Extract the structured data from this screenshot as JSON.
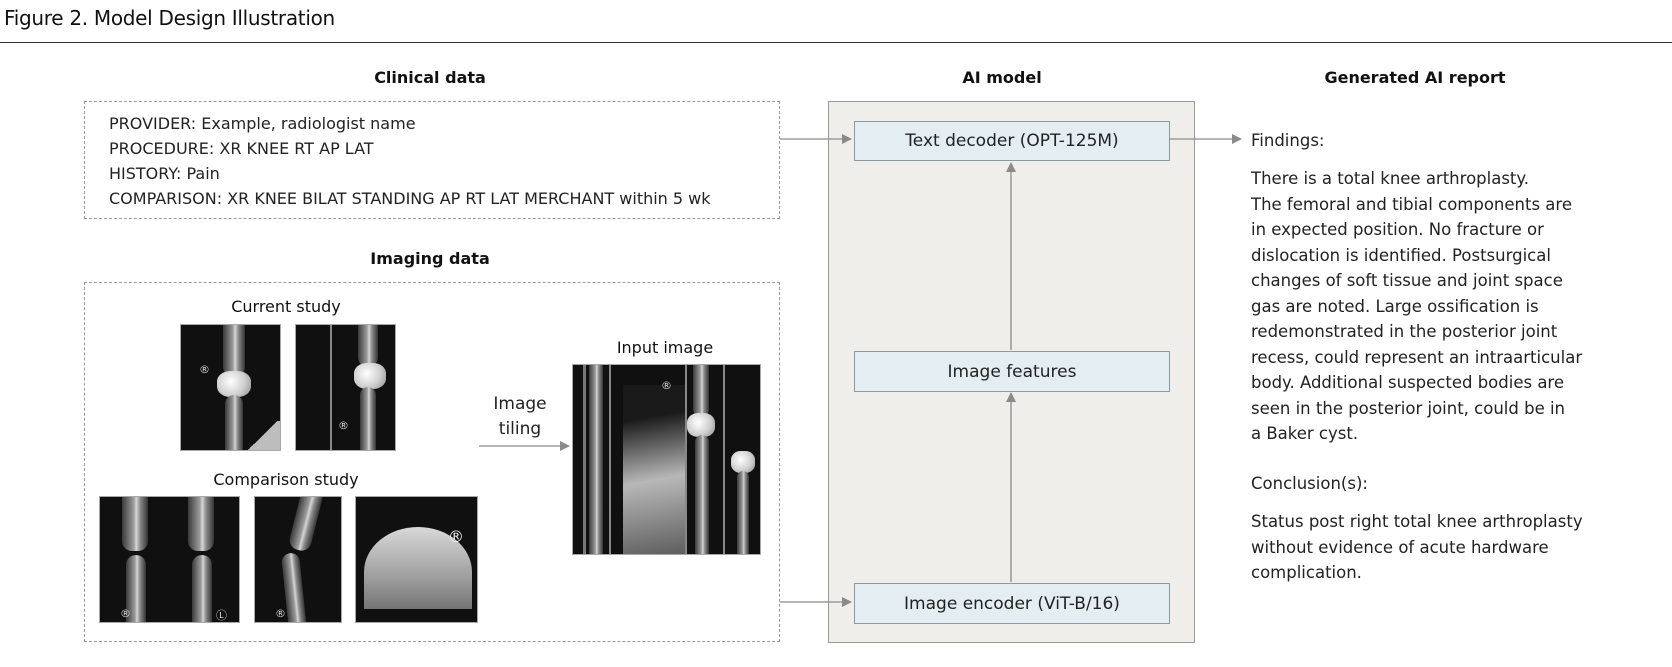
{
  "figure": {
    "title": "Figure 2. Model Design Illustration"
  },
  "sections": {
    "clinical": "Clinical data",
    "imaging": "Imaging data",
    "model": "AI model",
    "report": "Generated AI report"
  },
  "clinical_lines": [
    "PROVIDER: Example, radiologist name",
    "PROCEDURE: XR KNEE RT AP LAT",
    "HISTORY: Pain",
    "COMPARISON: XR KNEE BILAT STANDING AP RT LAT MERCHANT within 5 wk"
  ],
  "imaging": {
    "current_study": "Current study",
    "comparison_study": "Comparison study",
    "tiling_line1": "Image",
    "tiling_line2": "tiling",
    "input_image": "Input image"
  },
  "model": {
    "decoder": "Text decoder (OPT-125M)",
    "features": "Image features",
    "encoder": "Image encoder (ViT-B/16)"
  },
  "report": {
    "findings_label": "Findings:",
    "findings_text": "There is a total knee arthroplasty.\nThe femoral and tibial components are\nin expected position. No fracture or\ndislocation is identified. Postsurgical\nchanges of soft tissue and joint space\ngas are noted. Large ossification is\n redemonstrated in the posterior joint\nrecess, could represent an intraarticular\nbody. Additional suspected bodies are\nseen in the posterior joint, could be in\na Baker cyst.",
    "conclusion_label": "Conclusion(s):",
    "conclusion_text": "Status post right total knee arthroplasty\nwithout evidence of acute hardware\ncomplication."
  },
  "xray_markers": {
    "r_marker": "®",
    "l_marker": "Ⓛ"
  },
  "colors": {
    "model_panel_bg": "#efeeea",
    "model_box_bg": "#e3edf2",
    "arrow": "#8a8a8a"
  }
}
